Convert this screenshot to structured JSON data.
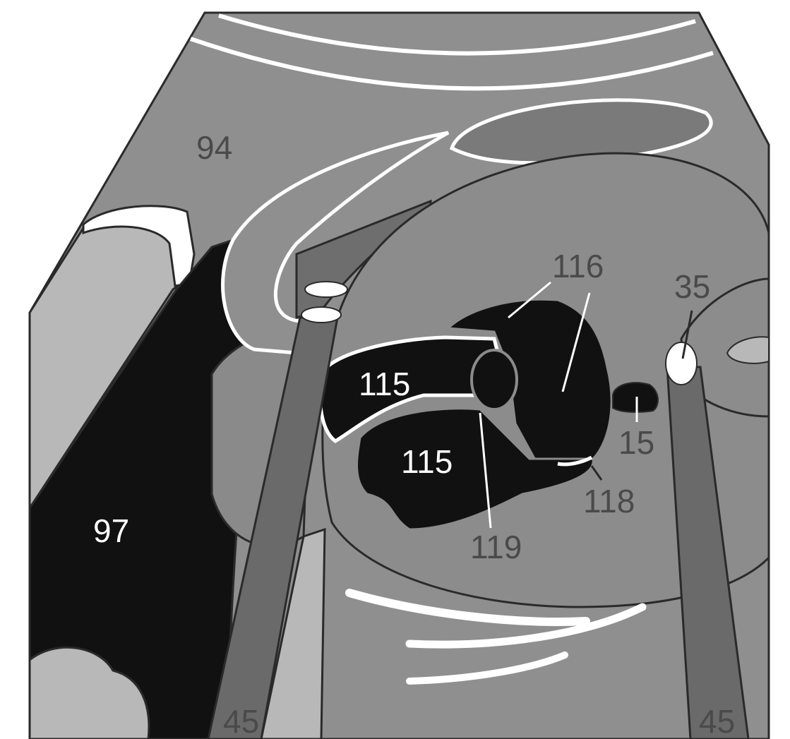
{
  "diagram": {
    "labels": {
      "l94": "94",
      "l97": "97",
      "l45a": "45",
      "l45b": "45",
      "l35": "35",
      "l116": "116",
      "l115a": "115",
      "l115b": "115",
      "l15": "15",
      "l118": "118",
      "l119": "119"
    },
    "colors": {
      "frame": "#8f8f8f",
      "outline": "#2a2a2a",
      "echo_line": "#ffffff",
      "light_tissue": "#b8b8b8",
      "dark_tissue": "#6e6e6e",
      "fluid": "#111111",
      "central_mass": "#8c8c8c",
      "needle": "#6a6a6a"
    }
  }
}
